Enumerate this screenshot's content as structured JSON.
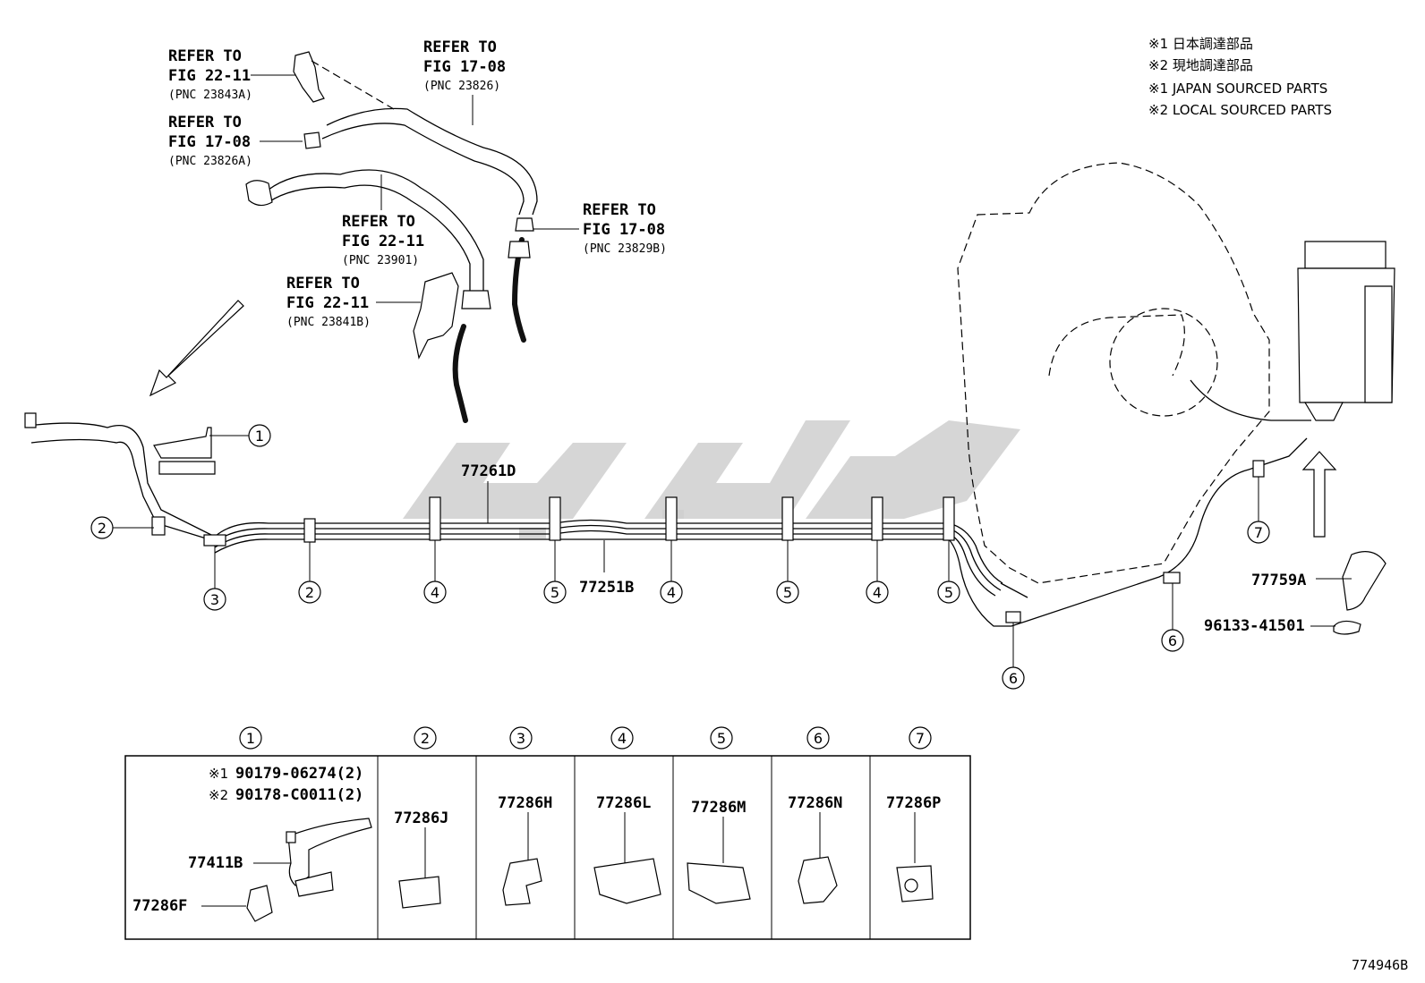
{
  "notes": [
    "※1 日本調達部品",
    "※2 現地調達部品",
    "※1 JAPAN SOURCED PARTS",
    "※2 LOCAL SOURCED PARTS"
  ],
  "references": [
    {
      "l1": "REFER TO",
      "l2": "FIG 22-11",
      "l3": "(PNC 23843A)"
    },
    {
      "l1": "REFER TO",
      "l2": "FIG 17-08",
      "l3": "(PNC 23826)"
    },
    {
      "l1": "REFER TO",
      "l2": "FIG 17-08",
      "l3": "(PNC 23826A)"
    },
    {
      "l1": "REFER TO",
      "l2": "FIG 22-11",
      "l3": "(PNC 23901)"
    },
    {
      "l1": "REFER TO",
      "l2": "FIG 17-08",
      "l3": "(PNC 23829B)"
    },
    {
      "l1": "REFER TO",
      "l2": "FIG 22-11",
      "l3": "(PNC 23841B)"
    }
  ],
  "part_labels": {
    "tube_upper": "77261D",
    "tube_lower": "77251B",
    "hose": "77759A",
    "clamp": "96133-41501"
  },
  "callouts_main": [
    "1",
    "2",
    "3",
    "2",
    "4",
    "5",
    "4",
    "5",
    "4",
    "5",
    "6",
    "6",
    "7"
  ],
  "table": {
    "headers": [
      "1",
      "2",
      "3",
      "4",
      "5",
      "6",
      "7"
    ],
    "col1": {
      "note1_mark": "※1",
      "note1_part": "90179-06274(2)",
      "note2_mark": "※2",
      "note2_part": "90178-C0011(2)",
      "bracket": "77411B",
      "clamp": "77286F"
    },
    "cells": [
      "77286J",
      "77286H",
      "77286L",
      "77286M",
      "77286N",
      "77286P"
    ]
  },
  "diagram_id": "774946B"
}
